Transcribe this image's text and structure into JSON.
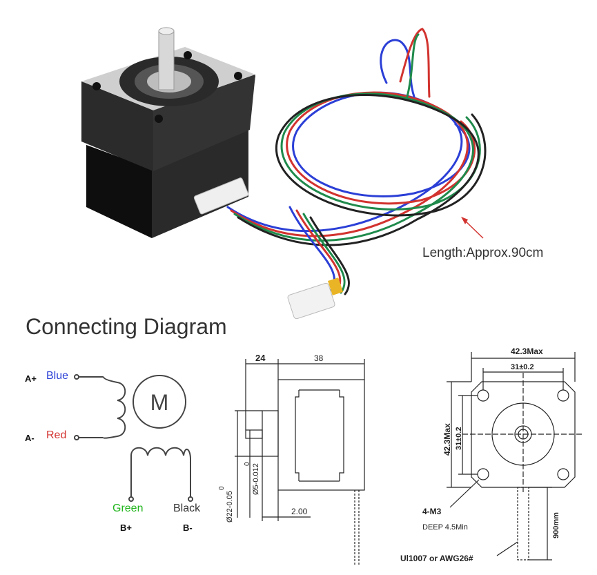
{
  "length_label": "Length:Approx.90cm",
  "section_title": "Connecting Diagram",
  "wiring": {
    "pins": [
      {
        "terminal": "A+",
        "wire": "Blue",
        "color": "#2b3fd6"
      },
      {
        "terminal": "A-",
        "wire": "Red",
        "color": "#d2332f"
      },
      {
        "terminal": "B+",
        "wire": "Green",
        "color": "#21b51d"
      },
      {
        "terminal": "B-",
        "wire": "Black",
        "color": "#333333"
      }
    ],
    "motor_symbol": "M"
  },
  "side_view": {
    "dim_top_left": "24",
    "dim_top_right": "38",
    "dim_shaft": "Ø5-0.012",
    "dim_shaft_upper": "0",
    "dim_boss": "Ø22-0.05",
    "dim_boss_upper": "0",
    "dim_boss_height": "2.00"
  },
  "front_view": {
    "width_max": "42.3Max",
    "hole_spacing_top": "31±0.2",
    "height_max": "42.3Max",
    "hole_spacing_side": "31±0.2",
    "thread": "4-M3",
    "thread_depth": "DEEP 4.5Min",
    "cable_length": "900mm",
    "cable_spec": "Ul1007 or AWG26#"
  },
  "colors": {
    "wire_blue": "#2b3fd6",
    "wire_red": "#d2332f",
    "wire_green": "#21b51d",
    "wire_black": "#333333",
    "motor_body": "#1f1f1f",
    "motor_flange": "#c9c9c9",
    "connector": "#eeeeee"
  }
}
